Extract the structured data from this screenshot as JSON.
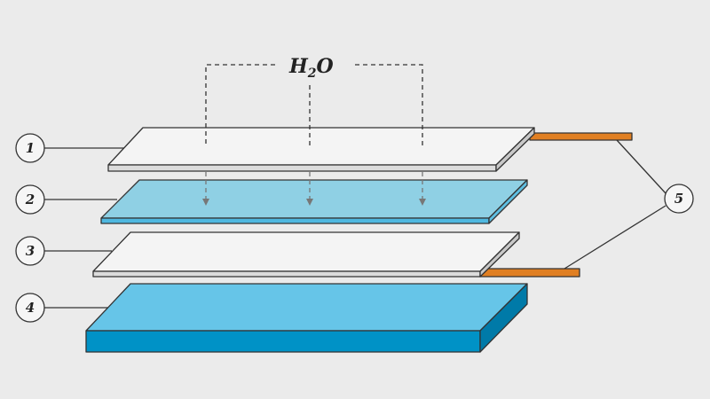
{
  "title_formula": {
    "main": "H",
    "subscript": "2",
    "tail": "O"
  },
  "labels": [
    "1",
    "2",
    "3",
    "4",
    "5"
  ],
  "colors": {
    "background": "#ebebeb",
    "white_layer": "#f4f4f4",
    "light_blue_layer": "#8fd0e4",
    "blue_block_top": "#66c5e8",
    "blue_block_front": "#0092c6",
    "blue_block_side": "#007aa8",
    "electrode_tab": "#e07f22",
    "outline": "#333333"
  }
}
